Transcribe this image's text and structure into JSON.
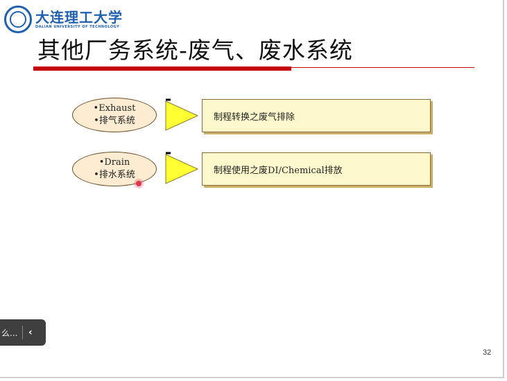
{
  "logo": {
    "name_cn": "大连理工大学",
    "name_en": "DALIAN UNIVERSITY OF TECHNOLOGY"
  },
  "slide": {
    "title": "其他厂务系统-废气、废水系统",
    "rows": [
      {
        "oval_line1": "•Exhaust",
        "oval_line2": "•排气系统",
        "box_text": "制程转换之废气排除"
      },
      {
        "oval_line1": "•Drain",
        "oval_line2": "•排水系统",
        "box_text": "制程使用之废DI/Chemical排放"
      }
    ],
    "page_number": "32"
  },
  "nav": {
    "label": "么...",
    "back_icon": "chevron-left-icon"
  },
  "colors": {
    "accent_red": "#c40000",
    "brand_blue": "#1f5fae",
    "oval_fill": "#fdecd2",
    "box_fill": "#fef9cc",
    "arrow_fill": "#ffff33"
  }
}
